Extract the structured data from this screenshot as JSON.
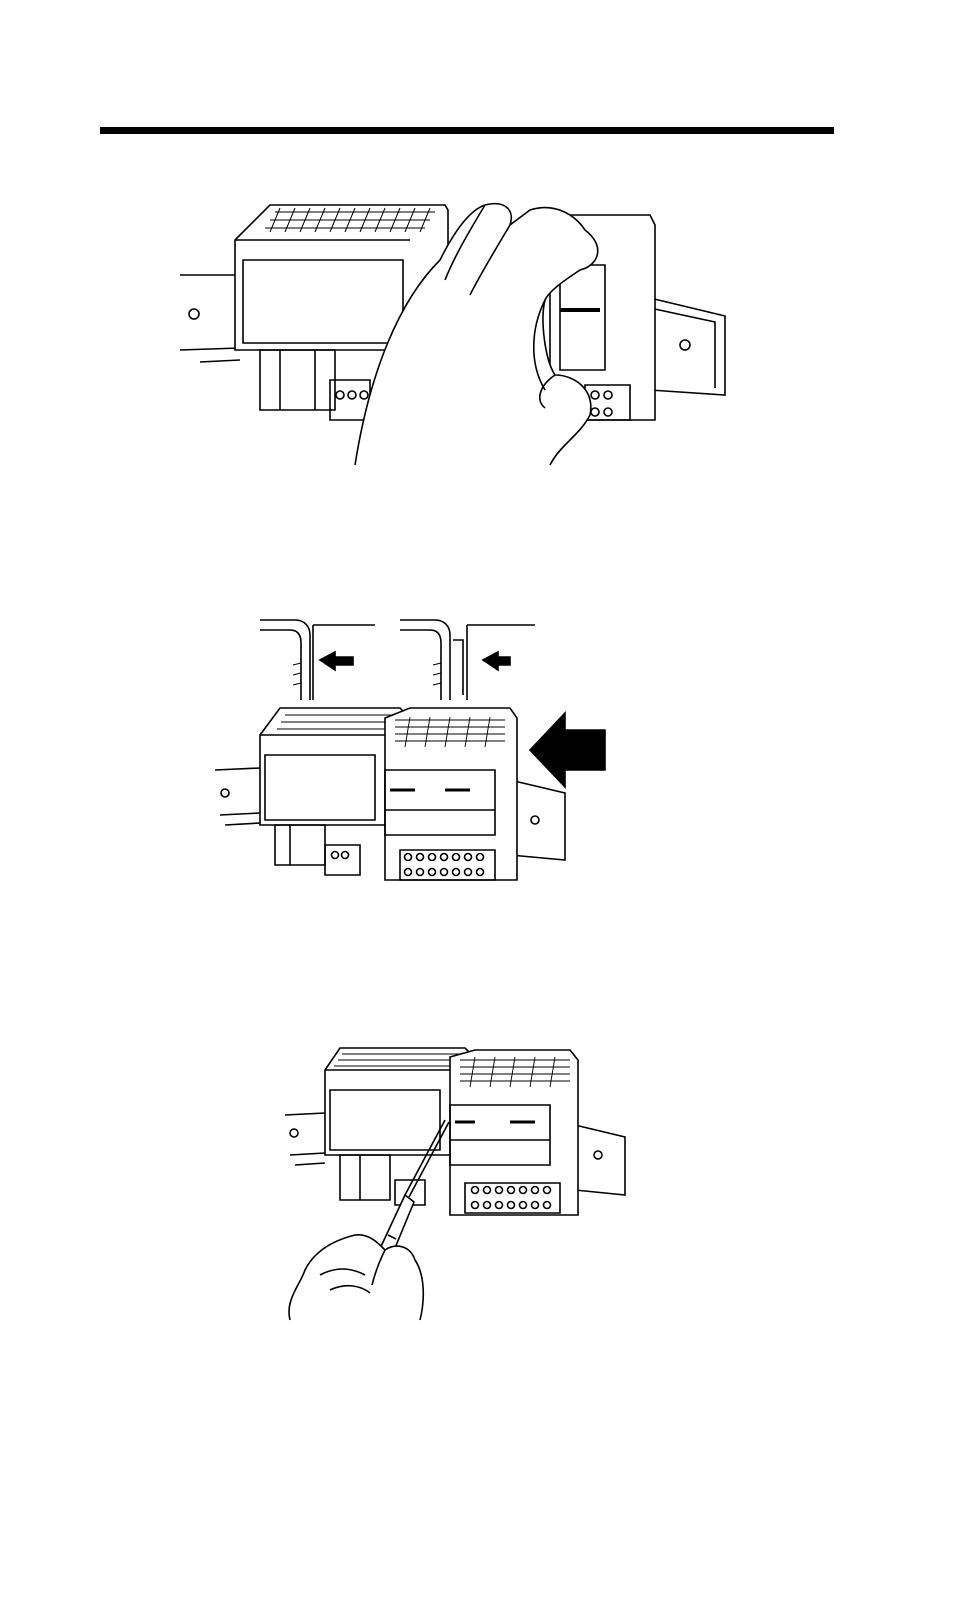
{
  "page": {
    "background": "#ffffff",
    "ink": "#000000",
    "figures": [
      {
        "id": "fig1",
        "icon": "hand-pressing-module-icon"
      },
      {
        "id": "fig2",
        "icon": "module-slide-together-icon"
      },
      {
        "id": "fig3",
        "icon": "screwdriver-tightening-icon"
      }
    ]
  }
}
